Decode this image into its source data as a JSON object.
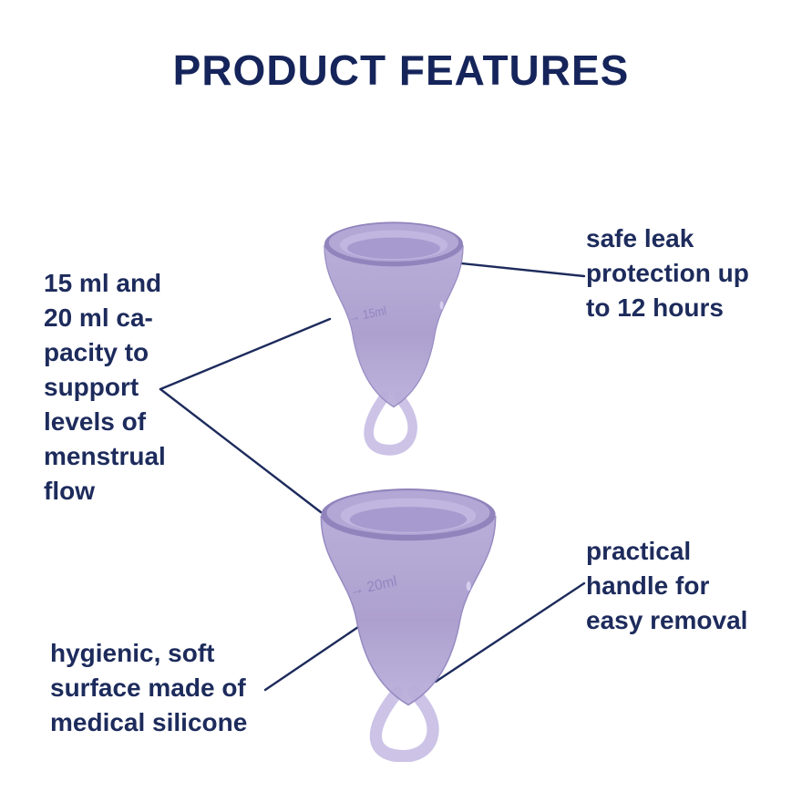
{
  "title": "PRODUCT FEATURES",
  "annotations": {
    "capacity": "15 ml and\n20 ml ca-\npacity to\nsupport\nlevels of\nmenstrual\nflow",
    "leak_protection": "safe leak\nprotection up\nto 12 hours",
    "handle": "practical\nhandle for\neasy removal",
    "surface": "hygienic, soft\nsurface made of\nmedical silicone"
  },
  "cups": [
    {
      "marking": "→ 15ml"
    },
    {
      "marking": "→ 20ml"
    }
  ],
  "colors": {
    "text": "#1d2b5c",
    "connector_line": "#1d2b5c",
    "cup_body": "#ab9ecf",
    "cup_rim": "#9184bc",
    "cup_handle": "#c9c0e6",
    "background": "#ffffff"
  }
}
